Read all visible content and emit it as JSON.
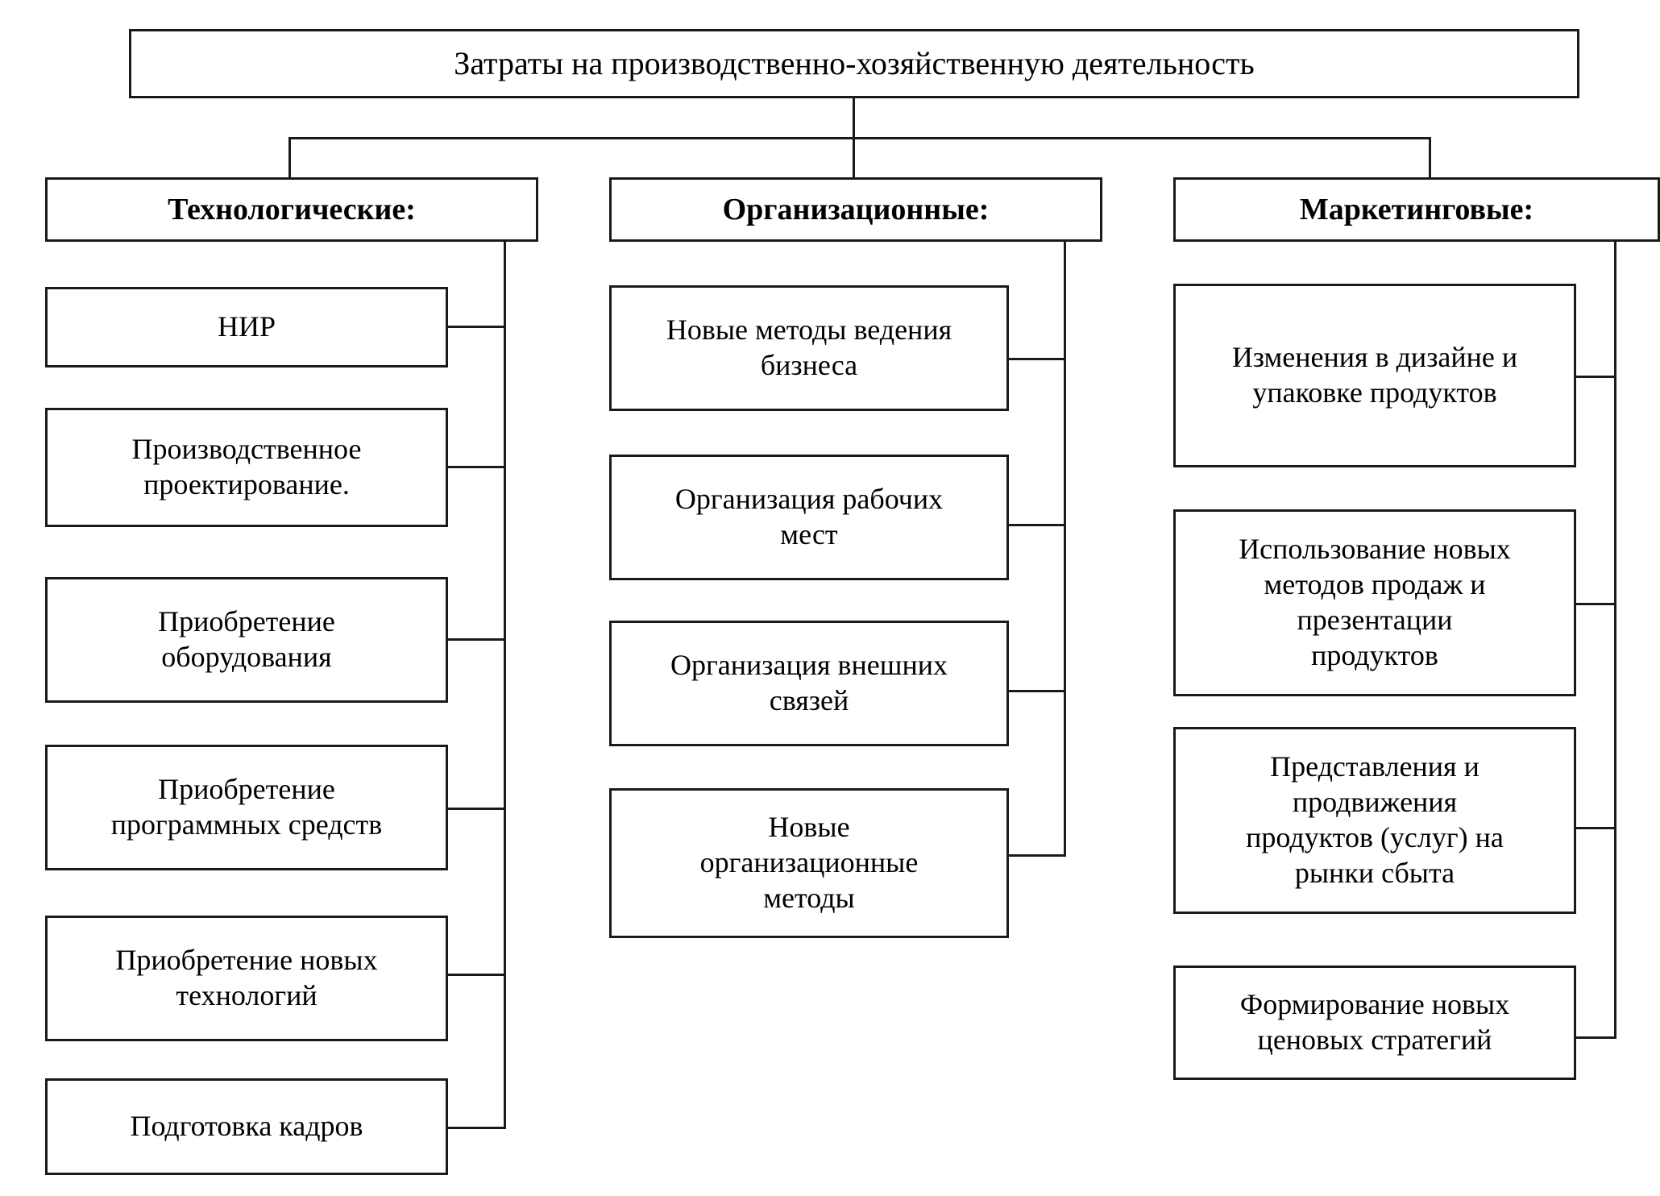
{
  "diagram": {
    "root": {
      "label": "Затраты на производственно-хозяйственную деятельность"
    },
    "categories": [
      {
        "label": "Технологические:",
        "items": [
          {
            "label": "НИР"
          },
          {
            "label": "Производственное\nпроектирование."
          },
          {
            "label": "Приобретение\nоборудования"
          },
          {
            "label": "Приобретение\nпрограммных средств"
          },
          {
            "label": "Приобретение новых\nтехнологий"
          },
          {
            "label": "Подготовка кадров"
          }
        ]
      },
      {
        "label": "Организационные:",
        "items": [
          {
            "label": "Новые методы ведения\nбизнеса"
          },
          {
            "label": "Организация рабочих\nмест"
          },
          {
            "label": "Организация внешних\nсвязей"
          },
          {
            "label": "Новые\nорганизационные\nметоды"
          }
        ]
      },
      {
        "label": "Маркетинговые:",
        "items": [
          {
            "label": "Изменения в дизайне и\nупаковке продуктов"
          },
          {
            "label": "Использование новых\nметодов продаж и\nпрезентации\nпродуктов"
          },
          {
            "label": "Представления и\nпродвижения\nпродуктов (услуг) на\nрынки сбыта"
          },
          {
            "label": "Формирование новых\nценовых стратегий"
          }
        ]
      }
    ],
    "colors": {
      "line": "#1a1a1a",
      "background": "#ffffff",
      "text": "#000000"
    }
  }
}
